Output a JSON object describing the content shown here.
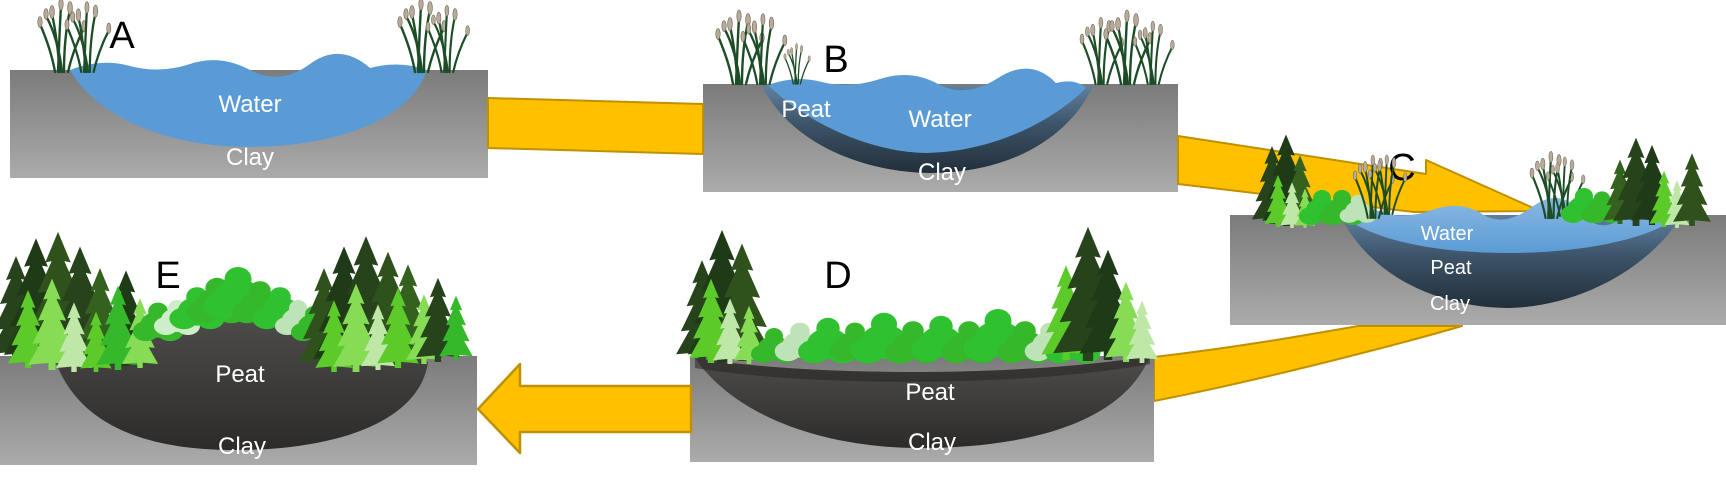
{
  "diagram": {
    "description": "Five-stage succession of a lake filling with peat to form a raised bog",
    "stage_labels": {
      "a": "A",
      "b": "B",
      "c": "C",
      "d": "D",
      "e": "E"
    },
    "layer_labels": {
      "a_water": "Water",
      "a_clay": "Clay",
      "b_peat": "Peat",
      "b_water": "Water",
      "b_clay": "Clay",
      "c_water": "Water",
      "c_peat": "Peat",
      "c_clay": "Clay",
      "d_peat": "Peat",
      "d_clay": "Clay",
      "e_peat": "Peat",
      "e_clay": "Clay"
    },
    "arrows": [
      {
        "from": "A",
        "to": "B"
      },
      {
        "from": "B",
        "to": "C"
      },
      {
        "from": "C",
        "to": "D"
      },
      {
        "from": "D",
        "to": "E"
      }
    ],
    "colors": {
      "water": "#5b9bd5",
      "water_light": "#8ab9e2",
      "peat_slate_top": "#60809f",
      "peat_slate_bottom": "#222f3a",
      "peat_dark_top": "#4e4d4a",
      "peat_dark_bottom": "#2c2b29",
      "clay_top": "#7b7b7b",
      "clay_bottom": "#ababab",
      "arrow_fill": "#ffc000",
      "arrow_stroke": "#bf9000",
      "label_text": "#ffffff",
      "stage_text": "#000000"
    },
    "icons": {
      "vegetation": [
        "reed-tuft",
        "conifer-tree",
        "shrub"
      ]
    }
  }
}
